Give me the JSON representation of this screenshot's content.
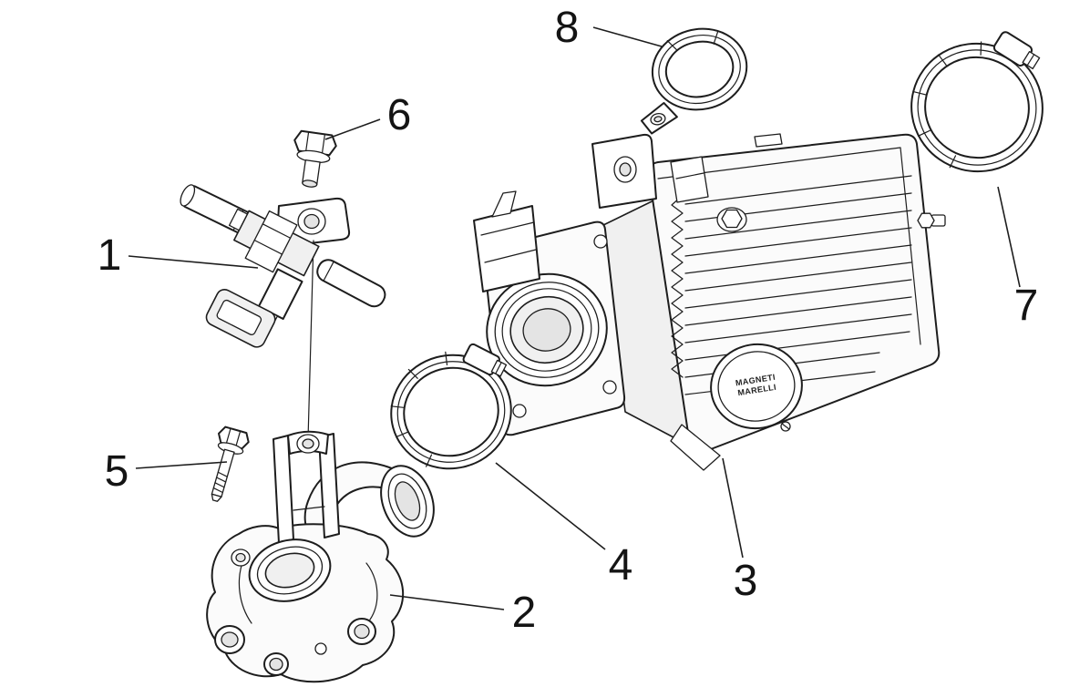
{
  "figure": {
    "kind": "exploded-parts-diagram",
    "subject": "throttle-body-and-intake-manifold-assembly",
    "background_color": "#ffffff",
    "line_color": "#1d1d1d"
  },
  "callouts": [
    {
      "label": "1",
      "part": "fuel-injector"
    },
    {
      "label": "2",
      "part": "intake-manifold"
    },
    {
      "label": "3",
      "part": "throttle-body-unit"
    },
    {
      "label": "4",
      "part": "hose-clamp-lower"
    },
    {
      "label": "5",
      "part": "manifold-bolt"
    },
    {
      "label": "6",
      "part": "injector-bracket-bolt"
    },
    {
      "label": "7",
      "part": "hose-clamp-upper"
    },
    {
      "label": "8",
      "part": "cable-clamp-with-tab"
    }
  ],
  "labels": {
    "ecu_brand_line1": "MAGNETI",
    "ecu_brand_line2": "MARELLI"
  }
}
